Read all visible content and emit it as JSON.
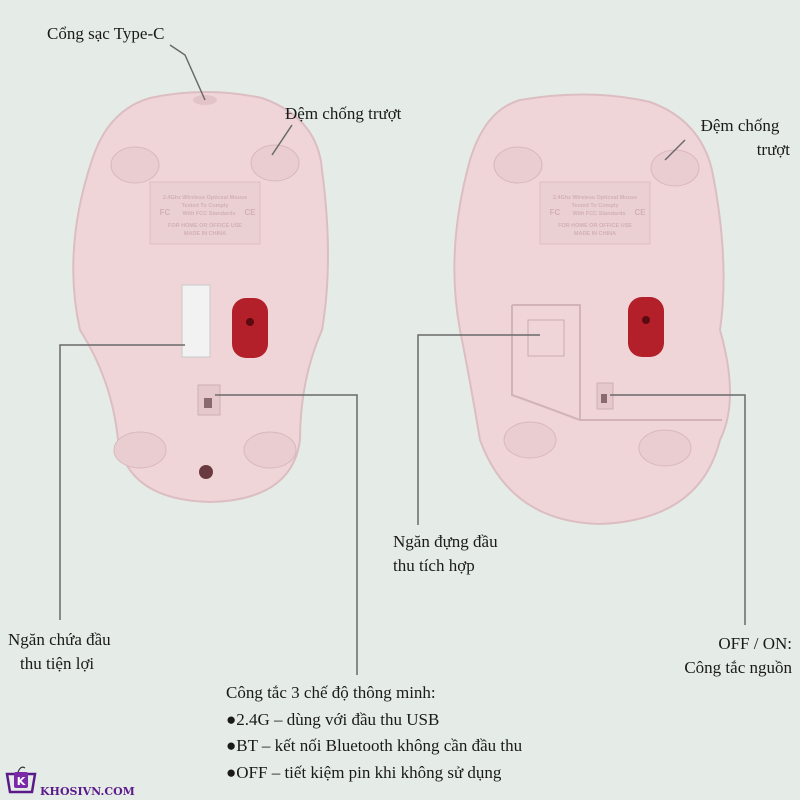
{
  "colors": {
    "background": "#e5ece7",
    "mouse_body": "#efd5d8",
    "sensor": "#b3202a",
    "leader_line": "#6a6a6a",
    "brand": "#5a1a8a"
  },
  "labels": {
    "type_c_port": "Cổng sạc Type-C",
    "anti_slip_left": "Đệm chống trượt",
    "anti_slip_right_1": "Đệm chống",
    "anti_slip_right_2": "trượt",
    "receiver_slot_left_1": "Ngăn chứa đầu",
    "receiver_slot_left_2": "thu tiện lợi",
    "receiver_slot_right_1": "Ngăn đựng đầu",
    "receiver_slot_right_2": "thu tích hợp",
    "power_1": "OFF / ON:",
    "power_2": "Công tắc nguồn",
    "mode_switch_title": "Công tắc 3 chế độ thông minh:",
    "mode_items": [
      "●2.4G – dùng với đầu thu USB",
      "●BT – kết nối Bluetooth không cần đầu thu",
      "●OFF – tiết kiệm pin khi không sử dụng"
    ]
  },
  "mouse_label": [
    "2.4Ghz Wireless Opticeal Mouse",
    "Tested To Comply",
    "With FCC Standards",
    "FOR HOME OR OFFICE USE",
    "MADE IN CHINA"
  ],
  "logo": {
    "letter": "K",
    "text": "KHOSIVN.COM"
  }
}
